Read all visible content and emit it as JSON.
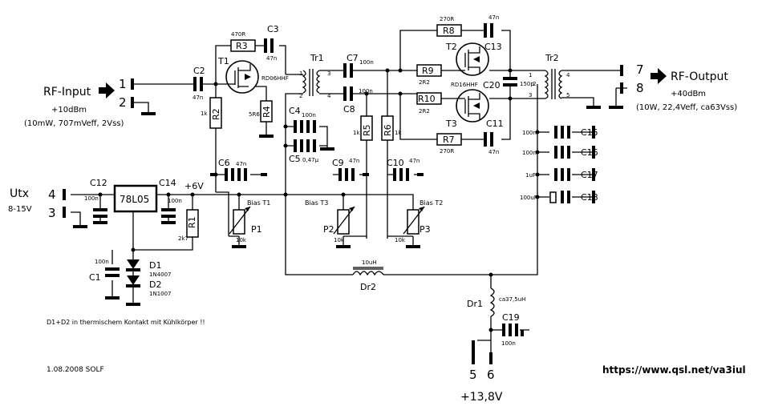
{
  "input": {
    "title": "RF-Input",
    "power": "+10dBm",
    "detail": "(10mW, 707mVeff, 2Vss)",
    "pin1": "1",
    "pin2": "2"
  },
  "output": {
    "title": "RF-Output",
    "power": "+40dBm",
    "detail": "(10W, 22,4Veff, ca63Vss)",
    "pin7": "7",
    "pin8": "8"
  },
  "supply_in": {
    "label": "Utx",
    "range": "8-15V",
    "pin4": "4",
    "pin3": "3"
  },
  "supply_main": {
    "pin5": "5",
    "pin6": "6",
    "voltage": "+13,8V"
  },
  "regulator": {
    "name": "78L05",
    "rail": "+6V"
  },
  "transistors": {
    "t1": "T1",
    "t1_type": "RD06HHF",
    "t2": "T2",
    "t3": "T3",
    "t23_type": "RD16HHF"
  },
  "transformers": {
    "tr1": "Tr1",
    "tr2": "Tr2",
    "tr1_pins": [
      "1",
      "2",
      "3",
      "4"
    ],
    "tr2_pins": [
      "1",
      "2",
      "3",
      "4",
      "5"
    ]
  },
  "resistors": {
    "R1": "R1",
    "R1_val": "2k7",
    "R2": "R2",
    "R2_val": "1k",
    "R3": "R3",
    "R3_val": "470R",
    "R4": "R4",
    "R4_val": "5R6",
    "R5": "R5",
    "R5_val": "1k",
    "R6": "R6",
    "R6_val": "1k",
    "R7": "R7",
    "R7_val": "270R",
    "R8": "R8",
    "R8_val": "270R",
    "R9": "R9",
    "R9_val": "2R2",
    "R10": "R10",
    "R10_val": "2R2"
  },
  "capacitors": {
    "C1": "C1",
    "C1_val": "100n",
    "C2": "C2",
    "C2_val": "47n",
    "C3": "C3",
    "C3_val": "47n",
    "C4": "C4",
    "C4_val": "100n",
    "C5": "C5",
    "C5_val": "0,47µ",
    "C6": "C6",
    "C6_val": "47n",
    "C7": "C7",
    "C7_val": "100n",
    "C8": "C8",
    "C8_val": "100n",
    "C9": "C9",
    "C9_val": "47n",
    "C10": "C10",
    "C10_val": "47n",
    "C11": "C11",
    "C11_val": "47n",
    "C12": "C12",
    "C12_val": "100n",
    "C13": "C13",
    "C13_val": "47n",
    "C14": "C14",
    "C14_val": "100n",
    "C15": "C15",
    "C15_val": "100n",
    "C16": "C16",
    "C16_val": "100n",
    "C17": "C17",
    "C17_val": "1uF",
    "C18": "C18",
    "C18_val": "100uF",
    "C19": "C19",
    "C19_val": "100n",
    "C20": "C20",
    "C20_val": "150p"
  },
  "pots": {
    "P1": "P1",
    "P2": "P2",
    "P3": "P3",
    "val": "10k",
    "bias_t1": "Bias T1",
    "bias_t2": "Bias T2",
    "bias_t3": "Bias T3"
  },
  "diodes": {
    "D1": "D1",
    "D1_type": "1N4007",
    "D2": "D2",
    "D2_type": "1N1007"
  },
  "chokes": {
    "Dr1": "Dr1",
    "Dr1_val": "ca37,5uH",
    "Dr2": "Dr2",
    "Dr2_val": "10uH"
  },
  "note": "D1+D2 in thermischem Kontakt mit Kühlkörper !!",
  "date": "1.08.2008  SOLF",
  "url": "https://www.qsl.net/va3iul"
}
